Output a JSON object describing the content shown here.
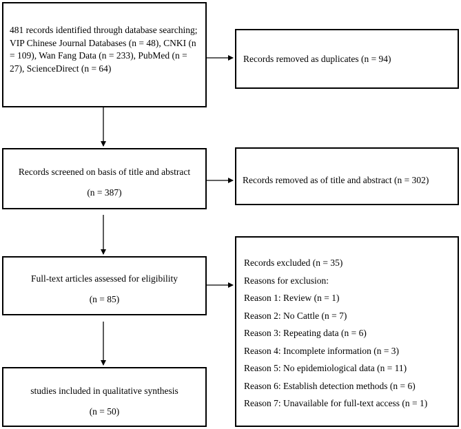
{
  "search": {
    "text": "481 records identified through database searching; VIP Chinese Journal Databases (n = 48), CNKI (n = 109), Wan Fang Data (n = 233), PubMed (n = 27), ScienceDirect (n = 64)"
  },
  "duplicates": {
    "text": "Records removed as duplicates (n = 94)"
  },
  "screened": {
    "text": "Records screened on basis of title and abstract",
    "count": "(n = 387)"
  },
  "removed": {
    "text": "Records removed as of title and abstract (n = 302)"
  },
  "fulltext": {
    "text": "Full-text articles assessed for eligibility",
    "count": "(n = 85)"
  },
  "excluded": {
    "lines": [
      "Records excluded (n = 35)",
      "Reasons for exclusion:",
      "Reason 1: Review (n = 1)",
      "Reason 2: No Cattle (n = 7)",
      "Reason 3: Repeating data (n = 6)",
      "Reason 4: Incomplete information (n = 3)",
      "Reason 5: No epidemiological data (n = 11)",
      "Reason 6:  Establish detection methods (n = 6)",
      "Reason 7: Unavailable for full-text access (n = 1)"
    ]
  },
  "included": {
    "text": "studies included in qualitative synthesis",
    "count": "(n = 50)"
  }
}
